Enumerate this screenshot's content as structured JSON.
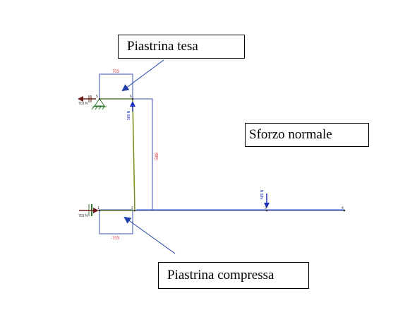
{
  "colors": {
    "frame": "#3a4fb0",
    "column": "#7a8a1e",
    "moment_label": "#e0383e",
    "load": "#1c2fb8",
    "reaction": "#6b1a1a",
    "support": "#2f7a2f",
    "node": "#333333"
  },
  "callouts": {
    "tesa": "Piastrina tesa",
    "normale": "Sforzo normale",
    "compressa": "Piastrina compressa"
  },
  "diagram": {
    "nodes": {
      "n1": "1",
      "n2": "2",
      "n3": "3",
      "n4": "4",
      "n5": "5",
      "n6": "6"
    },
    "values": {
      "top_plate": "703",
      "bottom_plate": "-703",
      "column_side": "-589"
    },
    "loads": {
      "column_top": "589 N",
      "beam_point": "589 N",
      "top_reaction": "703 N",
      "bottom_reaction": "703 N"
    }
  }
}
